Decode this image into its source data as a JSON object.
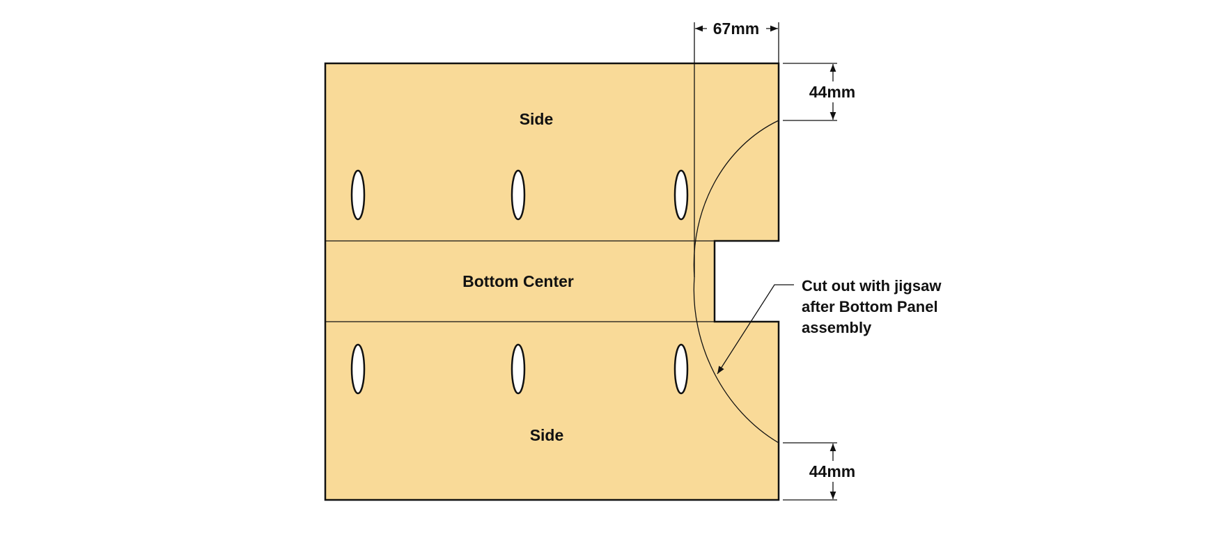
{
  "parts": {
    "side_top": "Side",
    "bottom_center": "Bottom Center",
    "side_bottom": "Side"
  },
  "dimensions": {
    "width_cut": "67mm",
    "top_offset": "44mm",
    "bottom_offset": "44mm"
  },
  "note": {
    "line1": "Cut out with jigsaw",
    "line2": "after Bottom Panel",
    "line3": "assembly"
  },
  "colors": {
    "wood": "#F9DA98",
    "outline": "#111111",
    "hole_fill": "#ffffff"
  }
}
